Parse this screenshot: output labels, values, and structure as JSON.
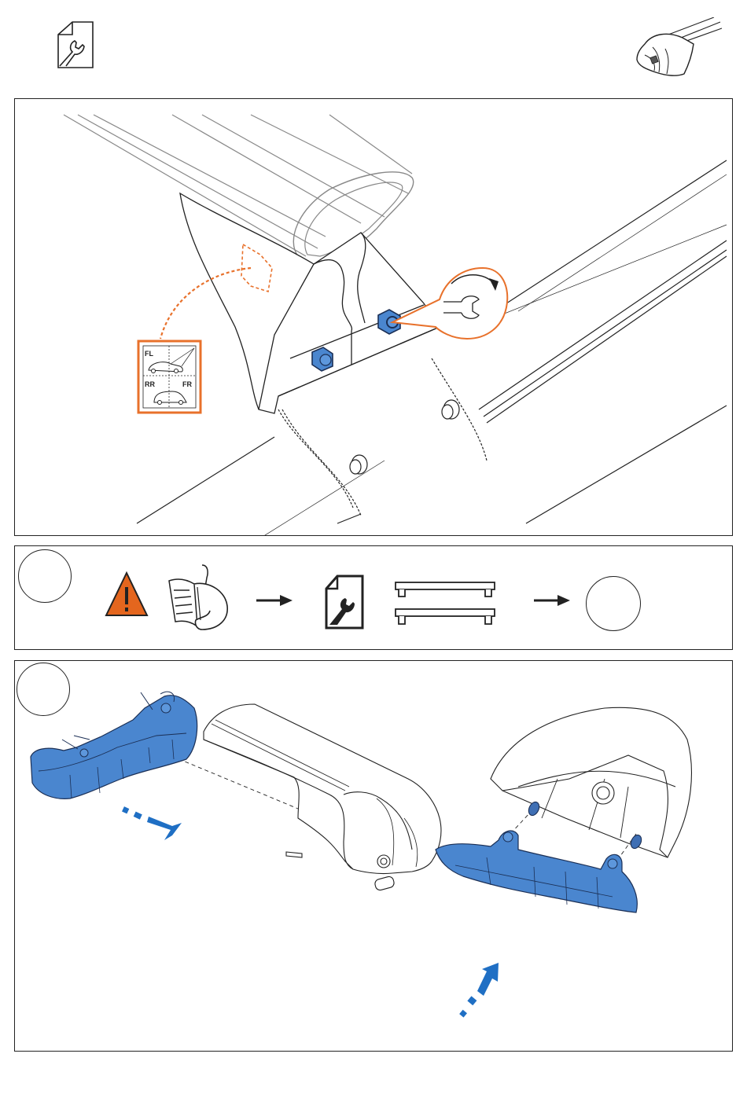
{
  "page": {
    "type": "assembly-instructions",
    "header": {
      "left_icon": "wrench-document-icon",
      "right_icon": "roof-rack-foot-thumbnail"
    },
    "panels": [
      {
        "id": "mounting-detail",
        "description": "Roof bar foot mounted on rail, nuts tightened with wrench",
        "callout_icon": "wrench-rotate-icon",
        "label_sticker": {
          "top_labels": [
            "FL"
          ],
          "bottom_labels": [
            "RR",
            "FR"
          ]
        }
      },
      {
        "id": "step-prep",
        "step_number": "",
        "sequence": [
          {
            "icon": "warning-triangle-icon"
          },
          {
            "icon": "read-manual-icon"
          },
          {
            "icon": "arrow-right-icon"
          },
          {
            "icon": "wrench-document-icon"
          },
          {
            "icon": "roof-bars-pair-icon"
          },
          {
            "icon": "arrow-right-icon"
          },
          {
            "icon": "step-circle-icon",
            "label": ""
          }
        ]
      },
      {
        "id": "end-cap-fitting",
        "step_number": "",
        "description": "Fit blue end cap onto foot cover"
      }
    ]
  },
  "colors": {
    "accent_orange": "#e8712b",
    "part_blue": "#4a86cf",
    "part_blue_dark": "#1f5fa8",
    "arrow_blue": "#1f6fc4",
    "line": "#222222",
    "warning_orange": "#e4661e"
  }
}
